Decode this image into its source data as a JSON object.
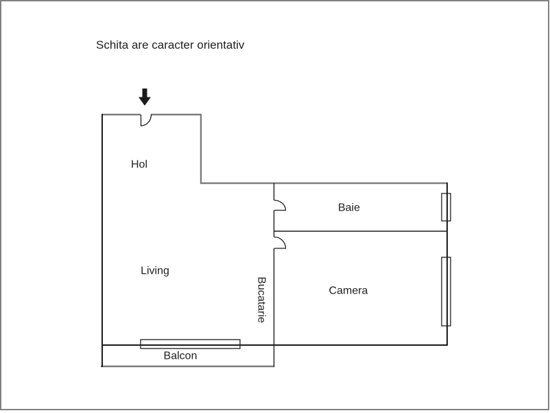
{
  "page": {
    "title": "Schita are caracter orientativ"
  },
  "rooms": {
    "hol": "Hol",
    "baie": "Baie",
    "living": "Living",
    "bucatarie": "Bucatarie",
    "camera": "Camera",
    "balcon": "Balcon"
  },
  "icons": {
    "entrance_arrow": "down-arrow"
  },
  "features": {
    "doors": [
      "entrance-door",
      "baie-door",
      "camera-door"
    ],
    "windows": [
      "baie-window",
      "camera-window",
      "balcon-window"
    ]
  },
  "colors": {
    "wall_gray": "#7c7c7c",
    "wall_black": "#1c1c1c",
    "text_color": "#1f1f1f",
    "border_gray": "#808080",
    "page_bg": "#ffffff"
  }
}
